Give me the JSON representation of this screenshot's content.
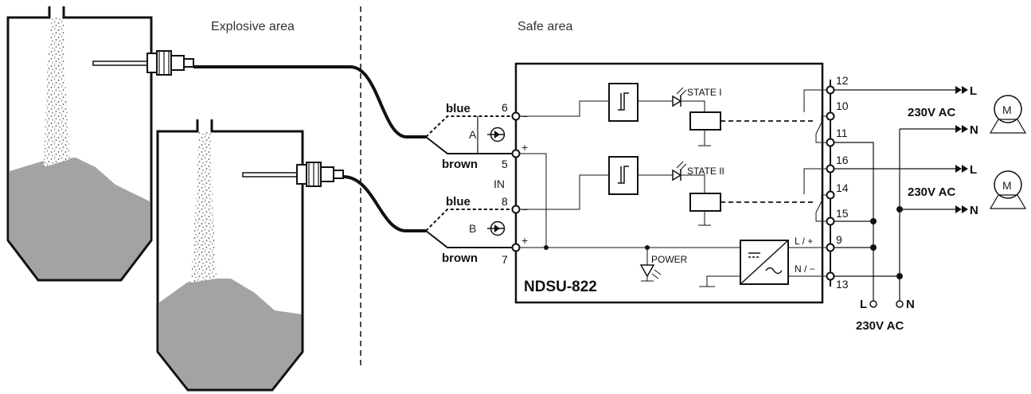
{
  "areas": {
    "explosive": "Explosive area",
    "safe": "Safe area"
  },
  "device": {
    "model": "NDSU-822",
    "in_label": "IN",
    "power_label": "POWER"
  },
  "states": {
    "state1": "STATE I",
    "state2": "STATE II"
  },
  "channels": [
    {
      "name": "A",
      "wire_top": "blue",
      "wire_bottom": "brown",
      "term_minus": "6",
      "term_plus": "5"
    },
    {
      "name": "B",
      "wire_top": "blue",
      "wire_bottom": "brown",
      "term_minus": "8",
      "term_plus": "7"
    }
  ],
  "relay_terminals": {
    "r1": [
      "12",
      "10",
      "11"
    ],
    "r2": [
      "16",
      "14",
      "15"
    ]
  },
  "power_terminals": {
    "lplus_term": "9",
    "nminus_term": "13",
    "lplus_label": "L / +",
    "nminus_label": "N / −"
  },
  "outputs": {
    "L1": "L",
    "N1": "N",
    "L2": "L",
    "N2": "N",
    "voltage1": "230V AC",
    "voltage2": "230V AC",
    "motor1": "M",
    "motor2": "M"
  },
  "supply": {
    "L": "L",
    "N": "N",
    "voltage": "230V AC"
  },
  "signs": {
    "minus": "−",
    "plus": "+"
  }
}
